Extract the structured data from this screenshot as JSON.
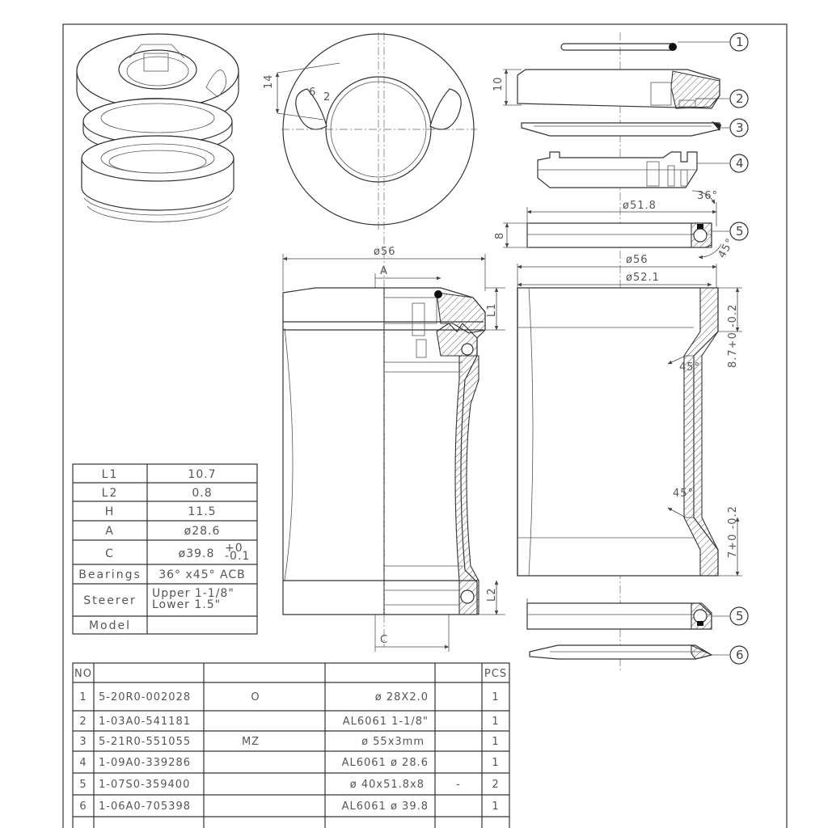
{
  "dimensions": {
    "top_dia": "ø51.8",
    "angle36": "36°",
    "h8": "8",
    "angle45": "45°",
    "dia56_r": "ø56",
    "dia52": "ø52.1",
    "cup_h1": "8.7+0 -0.2",
    "cup_h2": "7+0 -0.2",
    "cup_ang1": "45°",
    "cup_ang2": "45°",
    "h10": "10",
    "slot14": "14",
    "slot6": "6",
    "slot2": "2",
    "dia56": "ø56",
    "A": "A",
    "L1": "L1",
    "L2": "L2",
    "C": "C"
  },
  "callouts": [
    "1",
    "2",
    "3",
    "4",
    "5",
    "5",
    "6"
  ],
  "spec_table": {
    "rows": [
      {
        "label": "L1",
        "value": "10.7"
      },
      {
        "label": "L2",
        "value": "0.8"
      },
      {
        "label": "H",
        "value": "11.5"
      },
      {
        "label": "A",
        "value": "ø28.6"
      },
      {
        "label": "C",
        "value": "ø39.8",
        "tol_up": "+0",
        "tol_low": "-0.1"
      },
      {
        "label": "Bearings",
        "value": "36° x45° ACB"
      },
      {
        "label": "Steerer",
        "value": "Upper 1-1/8\"",
        "value2": "Lower 1.5\""
      },
      {
        "label": "Model",
        "value": ""
      }
    ]
  },
  "bom": {
    "headers": {
      "no": "NO",
      "pcs": "PCS"
    },
    "rows": [
      {
        "no": "1",
        "part": "5-20R0-002028",
        "mat": "O",
        "spec": "ø 28X2.0",
        "note": "",
        "pcs": "1"
      },
      {
        "no": "2",
        "part": "1-03A0-541181",
        "mat": "",
        "spec": "AL6061 1-1/8\"",
        "note": "",
        "pcs": "1"
      },
      {
        "no": "3",
        "part": "5-21R0-551055",
        "mat": "MZ",
        "spec": "ø 55x3mm",
        "note": "",
        "pcs": "1"
      },
      {
        "no": "4",
        "part": "1-09A0-339286",
        "mat": "",
        "spec": "AL6061 ø 28.6",
        "note": "",
        "pcs": "1"
      },
      {
        "no": "5",
        "part": "1-07S0-359400",
        "mat": "",
        "spec": "ø 40x51.8x8",
        "note": "-",
        "pcs": "2"
      },
      {
        "no": "6",
        "part": "1-06A0-705398",
        "mat": "",
        "spec": "AL6061 ø 39.8",
        "note": "",
        "pcs": "1"
      }
    ]
  }
}
